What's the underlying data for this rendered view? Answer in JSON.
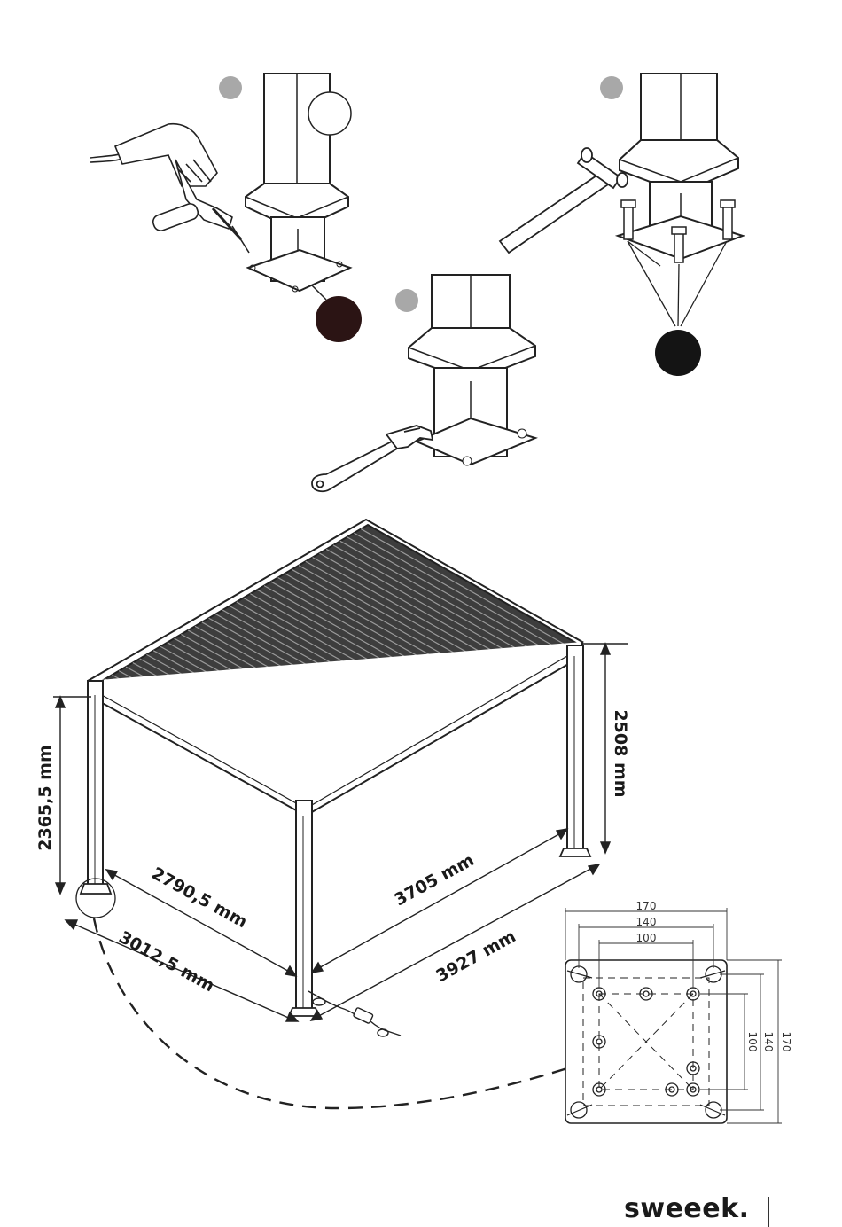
{
  "dimensions": {
    "height_left": "2365,5 mm",
    "height_right": "2508 mm",
    "depth_inner": "2790,5 mm",
    "depth_outer": "3012,5 mm",
    "width_inner": "3705 mm",
    "width_outer": "3927 mm"
  },
  "base_plate": {
    "outer": "170",
    "middle": "140",
    "inner": "100"
  },
  "brand": "sweeek."
}
